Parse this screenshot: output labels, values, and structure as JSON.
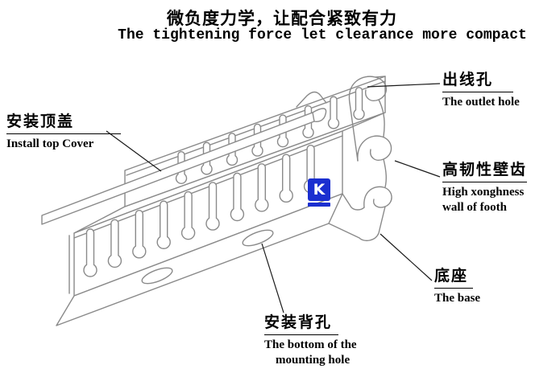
{
  "title": {
    "zh": "微负度力学，让配合紧致有力",
    "en": "The tightening force let clearance more compact"
  },
  "labels": {
    "top_cover": {
      "zh": "安装顶盖",
      "en": "Install top Cover"
    },
    "outlet_hole": {
      "zh": "出线孔",
      "en": "The outlet hole"
    },
    "wall_teeth": {
      "zh": "高韧性壁齿",
      "en_line1": "High xonghness",
      "en_line2": "wall of footh"
    },
    "base": {
      "zh": "底座",
      "en": "The base"
    },
    "mounting_hole": {
      "zh": "安装背孔",
      "en_line1": "The bottom of the",
      "en_line2": "mounting hole"
    }
  },
  "watermark": {
    "letter": "K"
  },
  "colors": {
    "background": "#ffffff",
    "drawing_line": "#8a8a8a",
    "leader_line": "#1a1a1a",
    "text": "#000000",
    "logo_blue": "#1b2fd0"
  }
}
